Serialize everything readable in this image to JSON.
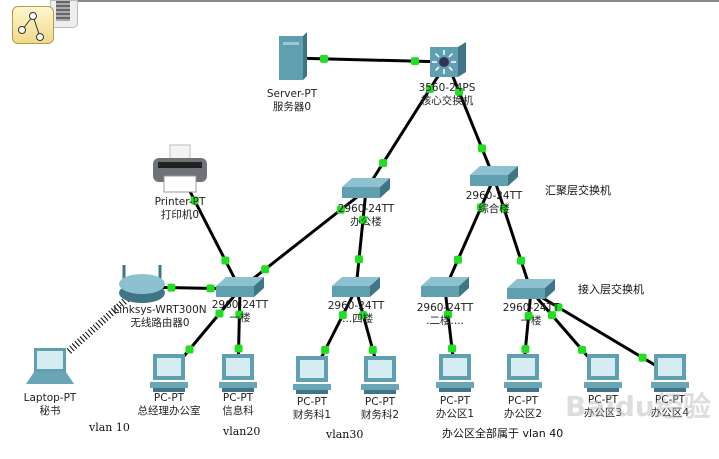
{
  "colors": {
    "link": "#000000",
    "port": "#22dd22",
    "device": "#5f9fb0"
  },
  "toolbar": {
    "icon": "topology-icon"
  },
  "devices": [
    {
      "id": "server",
      "type": "server",
      "model": "Server-PT",
      "name": "服务器0"
    },
    {
      "id": "core",
      "type": "multilayer-switch",
      "model": "3560-24PS",
      "name": "核心交换机"
    },
    {
      "id": "dist1",
      "type": "switch",
      "model": "2960-24TT",
      "name": "办公楼"
    },
    {
      "id": "dist2",
      "type": "switch",
      "model": "2960-24TT",
      "name": "综合楼"
    },
    {
      "id": "printer",
      "type": "printer",
      "model": "Printer-PT",
      "name": "打印机0"
    },
    {
      "id": "router",
      "type": "wireless-router",
      "model": "Linksys-WRT300N",
      "name": "无线路由器0"
    },
    {
      "id": "acc1",
      "type": "switch",
      "model": "2960-24TT",
      "name": "一楼"
    },
    {
      "id": "acc2",
      "type": "switch",
      "model": "2960-24TT",
      "name": "....四楼"
    },
    {
      "id": "acc3",
      "type": "switch",
      "model": "2960-24TT",
      "name": ".二楼...."
    },
    {
      "id": "acc4",
      "type": "switch",
      "model": "2960-24TT",
      "name": "一楼"
    },
    {
      "id": "laptop",
      "type": "laptop",
      "model": "Laptop-PT",
      "name": "秘书"
    },
    {
      "id": "pc1",
      "type": "pc",
      "model": "PC-PT",
      "name": "总经理办公室"
    },
    {
      "id": "pc2",
      "type": "pc",
      "model": "PC-PT",
      "name": "信息科"
    },
    {
      "id": "pc3",
      "type": "pc",
      "model": "PC-PT",
      "name": "财务科1"
    },
    {
      "id": "pc4",
      "type": "pc",
      "model": "PC-PT",
      "name": "财务科2"
    },
    {
      "id": "pc5",
      "type": "pc",
      "model": "PC-PT",
      "name": "办公区1"
    },
    {
      "id": "pc6",
      "type": "pc",
      "model": "PC-PT",
      "name": "办公区2"
    },
    {
      "id": "pc7",
      "type": "pc",
      "model": "PC-PT",
      "name": "办公区3"
    },
    {
      "id": "pc8",
      "type": "pc",
      "model": "PC-PT",
      "name": "办公区4"
    }
  ],
  "links": [
    [
      "server",
      "core"
    ],
    [
      "core",
      "dist1"
    ],
    [
      "core",
      "dist2"
    ],
    [
      "dist1",
      "acc1"
    ],
    [
      "dist1",
      "acc2"
    ],
    [
      "dist2",
      "acc3"
    ],
    [
      "dist2",
      "acc4"
    ],
    [
      "printer",
      "acc1"
    ],
    [
      "router",
      "acc1"
    ],
    [
      "acc1",
      "pc1"
    ],
    [
      "acc1",
      "pc2"
    ],
    [
      "acc2",
      "pc3"
    ],
    [
      "acc2",
      "pc4"
    ],
    [
      "acc3",
      "pc5"
    ],
    [
      "acc4",
      "pc6"
    ],
    [
      "acc4",
      "pc7"
    ],
    [
      "acc4",
      "pc8"
    ]
  ],
  "wireless_links": [
    [
      "router",
      "laptop"
    ]
  ],
  "notes": {
    "distribution_layer": "汇聚层交换机",
    "access_layer": "接入层交换机",
    "vlan10": "vlan 10",
    "vlan20": "vlan20",
    "vlan30": "vlan30",
    "vlan40": "办公区全部属于 vlan 40"
  },
  "watermark": "Baidu经验"
}
